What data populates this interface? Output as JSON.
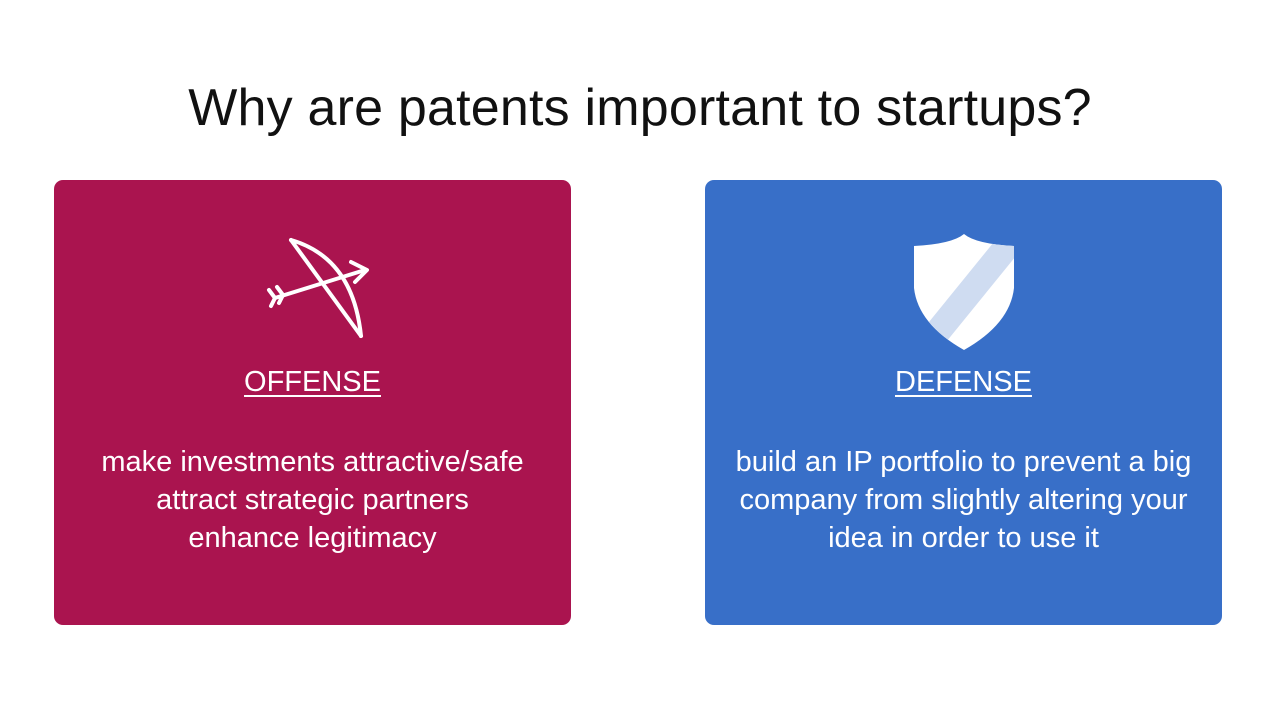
{
  "title": "Why are patents important to startups?",
  "colors": {
    "offense_card": "#AA144F",
    "defense_card": "#386FC8",
    "title_text": "#111111",
    "card_text": "#FFFFFF",
    "shield_stripe": "#CFDCF1"
  },
  "cards": [
    {
      "icon": "bow-and-arrow-icon",
      "heading": "OFFENSE",
      "lines": [
        "make investments attractive/safe",
        "attract strategic partners",
        "enhance legitimacy"
      ]
    },
    {
      "icon": "shield-icon",
      "heading": "DEFENSE",
      "lines": [
        "build an IP portfolio to prevent a big",
        "company from slightly altering your",
        "idea in order to use it"
      ]
    }
  ]
}
